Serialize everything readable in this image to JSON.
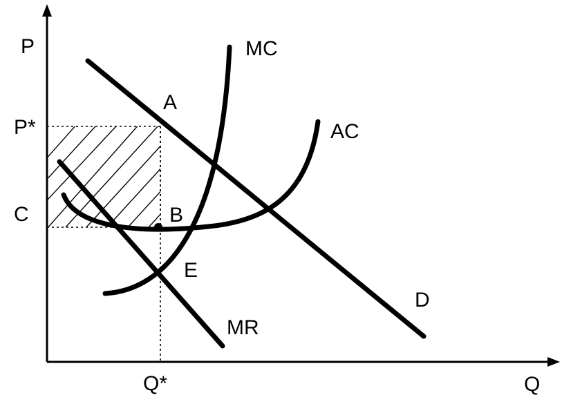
{
  "diagram": {
    "axes": {
      "y_label": "P",
      "x_label": "Q"
    },
    "ticks": {
      "p_star": "P*",
      "c": "C",
      "q_star": "Q*"
    },
    "curves": {
      "mc": "MC",
      "ac": "AC",
      "d": "D",
      "mr": "MR"
    },
    "points": {
      "a": "A",
      "b": "B",
      "e": "E"
    },
    "profit_region": "hatched"
  }
}
